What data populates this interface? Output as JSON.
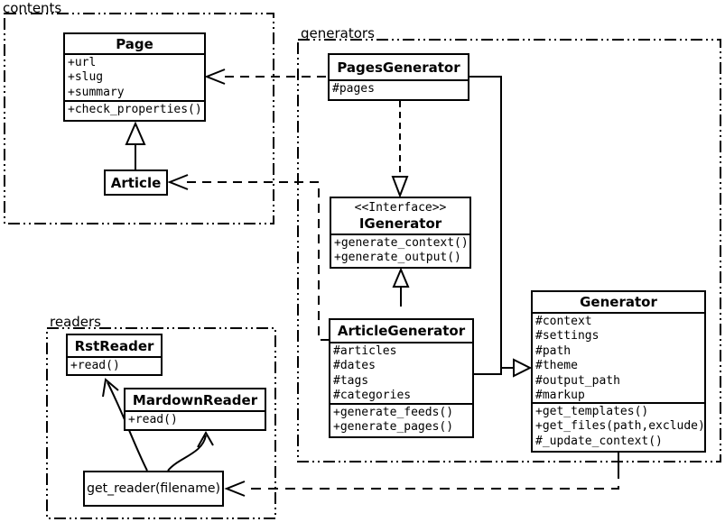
{
  "packages": {
    "contents": {
      "label": "contents"
    },
    "generators": {
      "label": "generators"
    },
    "readers": {
      "label": "readers"
    }
  },
  "classes": {
    "page": {
      "name": "Page",
      "attributes": [
        "+url",
        "+slug",
        "+summary"
      ],
      "methods": [
        "+check_properties()"
      ]
    },
    "article": {
      "name": "Article"
    },
    "pages_generator": {
      "name": "PagesGenerator",
      "attributes": [
        "#pages"
      ]
    },
    "igenerator": {
      "stereotype": "<<Interface>>",
      "name": "IGenerator",
      "methods": [
        "+generate_context()",
        "+generate_output()"
      ]
    },
    "article_generator": {
      "name": "ArticleGenerator",
      "attributes": [
        "#articles",
        "#dates",
        "#tags",
        "#categories"
      ],
      "methods": [
        "+generate_feeds()",
        "+generate_pages()"
      ]
    },
    "generator": {
      "name": "Generator",
      "attributes": [
        "#context",
        "#settings",
        "#path",
        "#theme",
        "#output_path",
        "#markup"
      ],
      "methods": [
        "+get_templates()",
        "+get_files(path,exclude)",
        "#_update_context()"
      ]
    },
    "rst_reader": {
      "name": "RstReader",
      "methods": [
        "+read()"
      ]
    },
    "mardown_reader": {
      "name": "MardownReader",
      "methods": [
        "+read()"
      ]
    },
    "get_reader": {
      "label": "get_reader(filename)"
    }
  },
  "relationships": [
    {
      "from": "Article",
      "to": "Page",
      "type": "generalization",
      "style": "solid-hollow-triangle"
    },
    {
      "from": "PagesGenerator",
      "to": "Page",
      "type": "dependency",
      "style": "dashed-open-arrow"
    },
    {
      "from": "ArticleGenerator",
      "to": "Article",
      "type": "dependency",
      "style": "dashed-open-arrow"
    },
    {
      "from": "PagesGenerator",
      "to": "IGenerator",
      "type": "realization",
      "style": "dashed-hollow-triangle"
    },
    {
      "from": "ArticleGenerator",
      "to": "IGenerator",
      "type": "generalization",
      "style": "solid-hollow-triangle"
    },
    {
      "from": "PagesGenerator",
      "to": "Generator",
      "type": "generalization",
      "style": "solid-hollow-triangle"
    },
    {
      "from": "ArticleGenerator",
      "to": "Generator",
      "type": "generalization",
      "style": "solid-hollow-triangle"
    },
    {
      "from": "Generator",
      "to": "get_reader(filename)",
      "type": "dependency",
      "style": "dashed-open-arrow"
    },
    {
      "from": "get_reader(filename)",
      "to": "RstReader",
      "type": "association",
      "style": "curved-open-arrow"
    },
    {
      "from": "get_reader(filename)",
      "to": "MardownReader",
      "type": "association",
      "style": "curved-open-arrow"
    }
  ],
  "colors": {
    "stroke": "#000000",
    "background": "#ffffff"
  }
}
